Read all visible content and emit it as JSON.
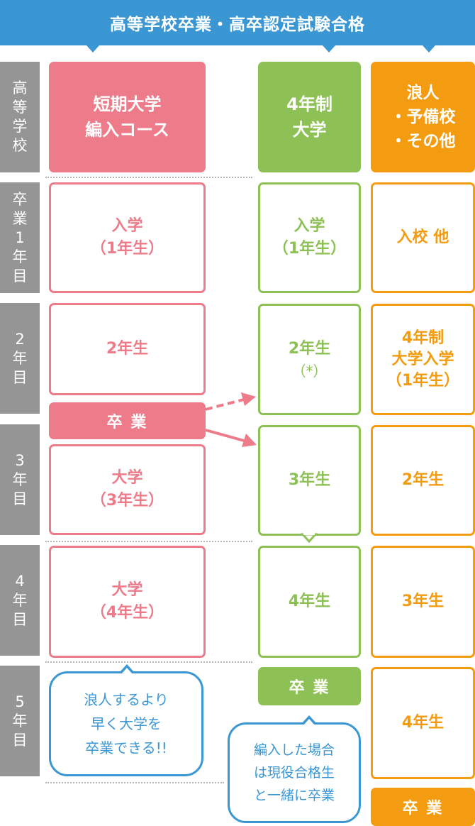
{
  "header": {
    "title": "高等学校卒業・高卒認定試験合格"
  },
  "timeline": [
    {
      "chars": [
        "高",
        "等",
        "学",
        "校"
      ]
    },
    {
      "chars": [
        "卒",
        "業",
        "1",
        "年",
        "目"
      ]
    },
    {
      "chars": [
        "2",
        "年",
        "目"
      ]
    },
    {
      "chars": [
        "3",
        "年",
        "目"
      ]
    },
    {
      "chars": [
        "4",
        "年",
        "目"
      ]
    },
    {
      "chars": [
        "5",
        "年",
        "目"
      ]
    }
  ],
  "columns": {
    "junior_college": {
      "header": [
        "短期大学",
        "編入コース"
      ],
      "year1": [
        "入学",
        "（1年生）"
      ],
      "year2": "2年生",
      "graduate": "卒 業",
      "year3": [
        "大学",
        "（3年生）"
      ],
      "year4": [
        "大学",
        "（4年生）"
      ],
      "bubble": [
        "浪人するより",
        "早く大学を",
        "卒業できる!!"
      ]
    },
    "four_year": {
      "header": [
        "4年制",
        "大学"
      ],
      "year1": [
        "入学",
        "（1年生）"
      ],
      "year2": "2年生",
      "year2_note": "（*）",
      "year3": "3年生",
      "year4": "4年生",
      "graduate": "卒 業",
      "bubble": [
        "編入した場合",
        "は現役合格生",
        "と一緒に卒業"
      ]
    },
    "ronin": {
      "header": [
        "浪人",
        "・予備校",
        "・その他"
      ],
      "year1": "入校 他",
      "year2": [
        "4年制",
        "大学入学",
        "（1年生）"
      ],
      "year3": "2年生",
      "year4": "3年生",
      "year5": "4年生",
      "graduate": "卒 業"
    }
  },
  "colors": {
    "banner": "#3b97d3",
    "timeline": "#959595",
    "pink": "#ee7b8a",
    "green": "#8dc155",
    "orange": "#f39c12"
  }
}
